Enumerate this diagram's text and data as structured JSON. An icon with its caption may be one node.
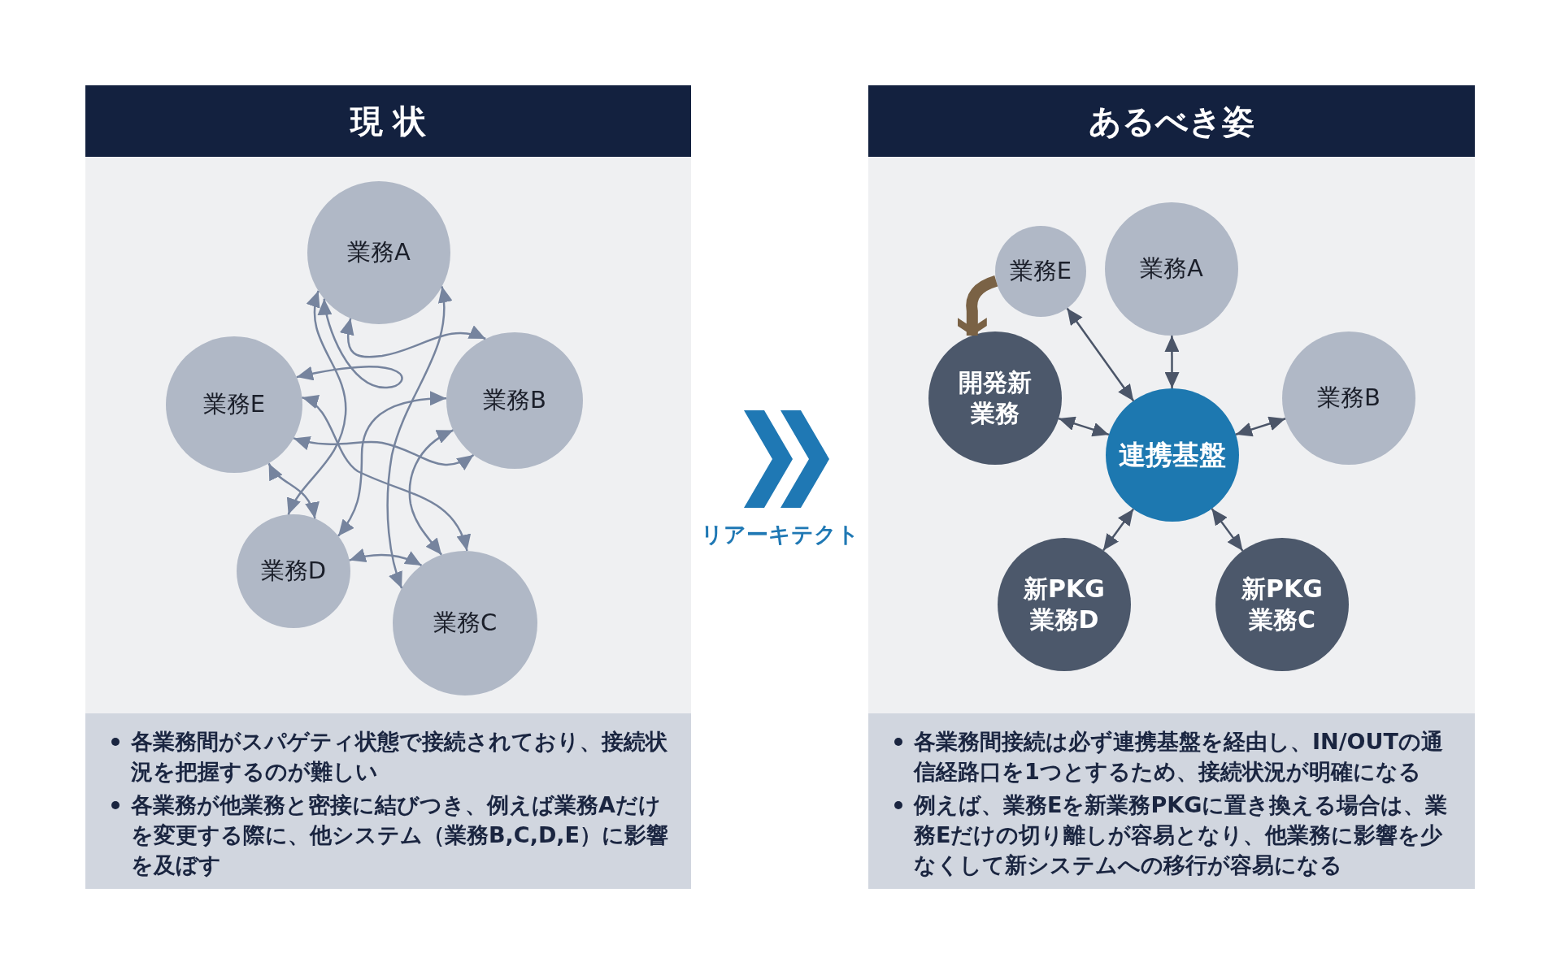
{
  "diagram": {
    "nodes": [
      {
        "text": [
          "現 状",
          "各業務間がスパゲティ状態で接続されており、接続状況を把握するのが難しい",
          "各業務が他業務と密接に結びつき、例えば業務Aだけを変更する際に、他システム（業務B,C,D,E）に影響を及ぼす"
        ]
      },
      {
        "text": [
          "業務A"
        ],
        "in": 0
      },
      {
        "text": [
          "業務E"
        ],
        "in": 0
      },
      {
        "text": [
          "業務B"
        ],
        "in": 0
      },
      {
        "text": [
          "業務D"
        ],
        "in": 0
      },
      {
        "text": [
          "業務C"
        ],
        "in": 0
      },
      {
        "text": [
          "あるべき姿",
          "各業務間接続は必ず連携基盤を経由し、IN/OUTの通信経路口を1つとするため、接続状況が明確になる",
          "例えば、業務Eを新業務PKGに置き換える場合は、業務Eだけの切り離しが容易となり、他業務に影響を少なくして新システムへの移行が容易になる"
        ]
      },
      {
        "text": [
          "業務E"
        ],
        "in": 6
      },
      {
        "text": [
          "業務A"
        ],
        "in": 6
      },
      {
        "text": [
          "開発新業務"
        ],
        "in": 6
      },
      {
        "text": [
          "業務B"
        ],
        "in": 6
      },
      {
        "text": [
          "連携基盤"
        ],
        "in": 6
      },
      {
        "text": [
          "新PKG業務D"
        ],
        "in": 6
      },
      {
        "text": [
          "新PKG業務C"
        ],
        "in": 6
      }
    ],
    "edges": [
      {
        "from": 1,
        "to": 2,
        "arrow": "both"
      },
      {
        "from": 1,
        "to": 3,
        "arrow": "both"
      },
      {
        "from": 1,
        "to": 4,
        "arrow": "both"
      },
      {
        "from": 1,
        "to": 5,
        "arrow": "both"
      },
      {
        "from": 2,
        "to": 3,
        "arrow": "both"
      },
      {
        "from": 2,
        "to": 5,
        "arrow": "both"
      },
      {
        "from": 2,
        "to": 4,
        "arrow": "both"
      },
      {
        "from": 3,
        "to": 4,
        "arrow": "both"
      },
      {
        "from": 3,
        "to": 5,
        "arrow": "both"
      },
      {
        "from": 4,
        "to": 5,
        "arrow": "both"
      },
      {
        "from": 7,
        "to": 11,
        "arrow": "both"
      },
      {
        "from": 8,
        "to": 11,
        "arrow": "both"
      },
      {
        "from": 9,
        "to": 11,
        "arrow": "both"
      },
      {
        "from": 10,
        "to": 11,
        "arrow": "both"
      },
      {
        "from": 12,
        "to": 11,
        "arrow": "both"
      },
      {
        "from": 13,
        "to": 11,
        "arrow": "both"
      },
      {
        "from": 0,
        "to": 6,
        "arrow": "to",
        "label": "リアーキテクト",
        "style": "thick",
        "color": "#1f78b4"
      },
      {
        "from": 7,
        "to": 9,
        "arrow": "to",
        "style": "thick",
        "color": "#7a6245"
      }
    ]
  }
}
